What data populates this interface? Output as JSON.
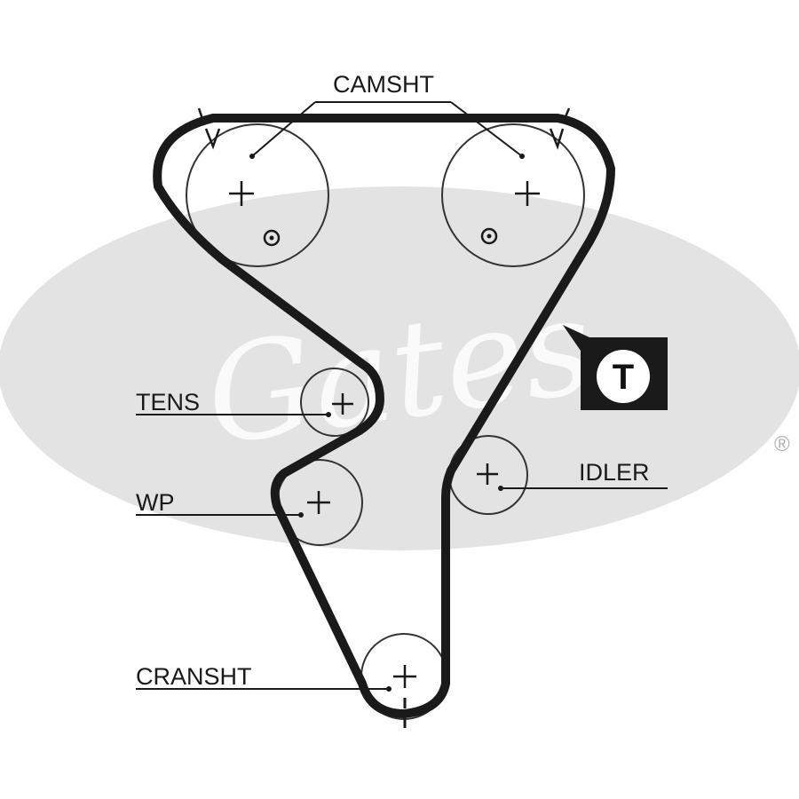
{
  "diagram": {
    "labels": {
      "camshaft": "CAMSHT",
      "tensioner": "TENS",
      "water_pump": "WP",
      "idler": "IDLER",
      "crankshaft": "CRANSHT"
    },
    "tensioner_badge": "T",
    "watermark": {
      "brand": "Gates",
      "registered_mark": "®"
    },
    "colors": {
      "belt": "#1a1a1a",
      "pulley_outline": "#333333",
      "watermark": "#e3e3e3",
      "background": "#ffffff"
    }
  }
}
